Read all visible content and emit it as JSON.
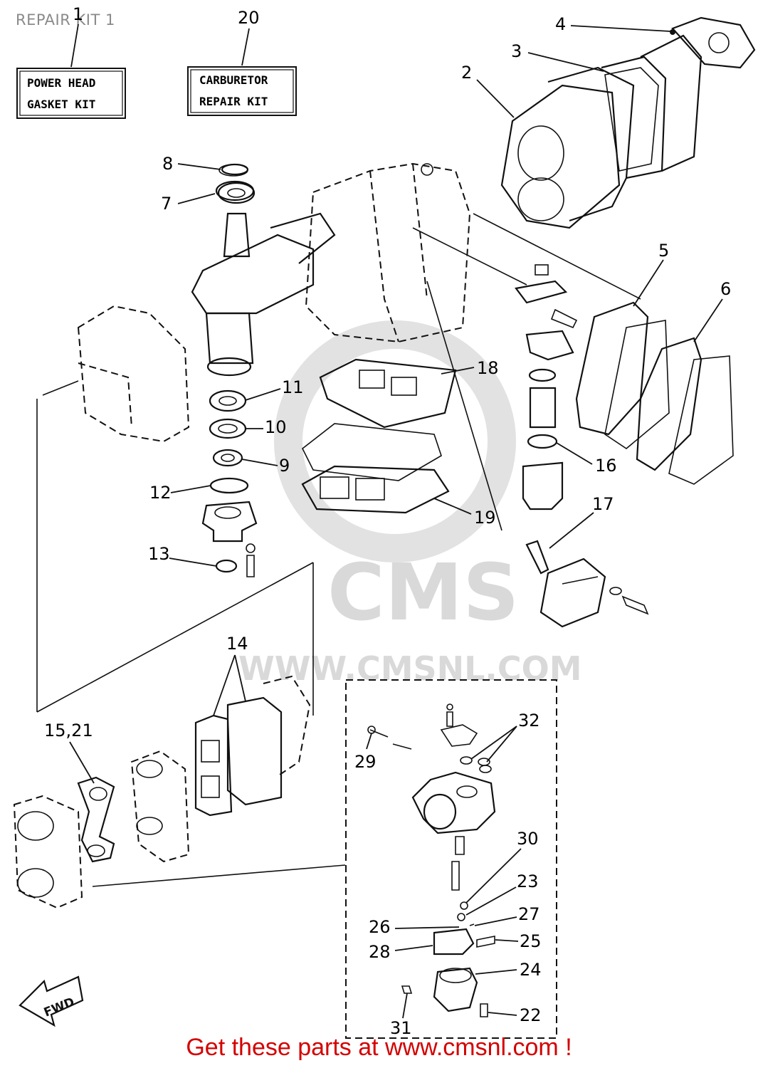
{
  "header": {
    "title": "REPAIR KIT 1"
  },
  "footer": {
    "text": "Get these parts at www.cmsnl.com !"
  },
  "kits": [
    {
      "ref": "1",
      "line1": "POWER HEAD",
      "line2": "GASKET KIT"
    },
    {
      "ref": "20",
      "line1": "CARBURETOR",
      "line2": "REPAIR KIT"
    }
  ],
  "watermark": {
    "brand": "CMS",
    "url": "WWW.CMSNL.COM"
  },
  "callouts": {
    "c2": "2",
    "c3": "3",
    "c4": "4",
    "c5": "5",
    "c6": "6",
    "c7": "7",
    "c8": "8",
    "c9": "9",
    "c10": "10",
    "c11": "11",
    "c12": "12",
    "c13": "13",
    "c14": "14",
    "c15_21": "15,21",
    "c16": "16",
    "c17": "17",
    "c18": "18",
    "c19": "19",
    "c22": "22",
    "c23": "23",
    "c24": "24",
    "c25": "25",
    "c26": "26",
    "c27": "27",
    "c28": "28",
    "c29": "29",
    "c30": "30",
    "c31": "31",
    "c32": "32"
  },
  "fwd_label": "FWD"
}
